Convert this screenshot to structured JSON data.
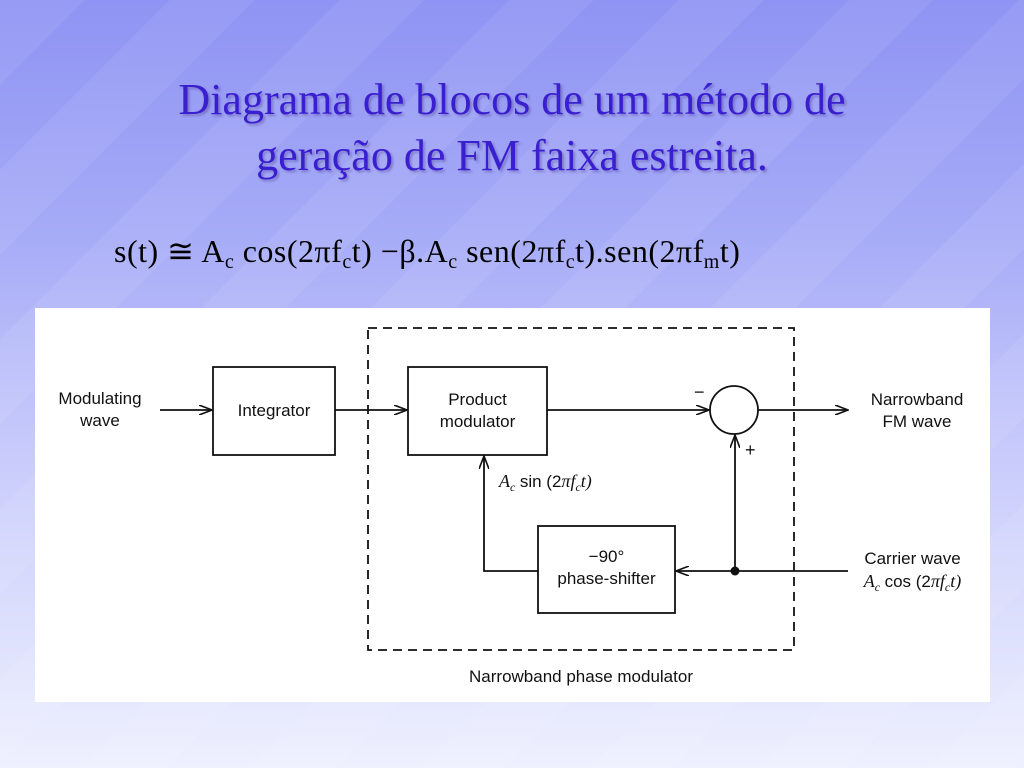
{
  "slide": {
    "title_line1": "Diagrama de blocos de um método de",
    "title_line2": "geração de FM faixa estreita.",
    "title_color": "#3a1fd0"
  },
  "formula": {
    "lhs": "s(t)",
    "approx": "≅",
    "t1_A": "A",
    "t1_A_sub": "c",
    "t1_cos": "cos(2πf",
    "t1_cos_sub": "c",
    "t1_end": "t)",
    "minus": "−",
    "t2_beta": "β.A",
    "t2_beta_sub": "c",
    "t2_sen": "sen(2πf",
    "t2_sen_sub": "c",
    "t2_mid": "t).sen(2πf",
    "t2_m_sub": "m",
    "t2_end": "t)"
  },
  "diagram": {
    "modulating_line1": "Modulating",
    "modulating_line2": "wave",
    "integrator": "Integrator",
    "product_line1": "Product",
    "product_line2": "modulator",
    "sum_minus": "−",
    "sum_plus": "+",
    "output_line1": "Narrowband",
    "output_line2": "FM wave",
    "feedback_A": "A",
    "feedback_A_sub": "c",
    "feedback_fn": "sin (2",
    "feedback_pi": "π",
    "feedback_f": "f",
    "feedback_f_sub": "c",
    "feedback_end": "t)",
    "phase_line1": "−90°",
    "phase_line2": "phase-shifter",
    "carrier_line1": "Carrier wave",
    "carrier_A": "A",
    "carrier_A_sub": "c",
    "carrier_fn": "cos (2",
    "carrier_pi": "π",
    "carrier_f": "f",
    "carrier_f_sub": "c",
    "carrier_end": "t)",
    "caption": "Narrowband phase modulator"
  }
}
